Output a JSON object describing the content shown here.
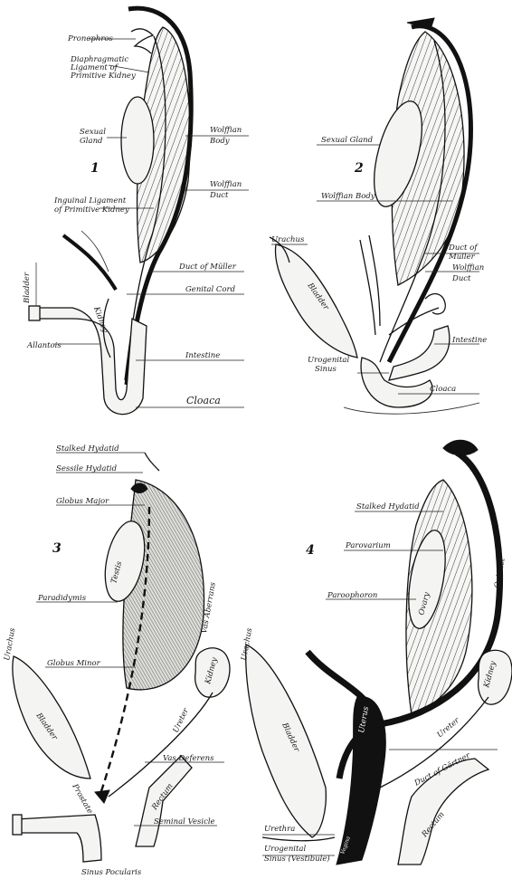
{
  "figures": [
    {
      "number": "1",
      "labels": [
        "Pronephros",
        "Diaphragmatic",
        "Ligament of",
        "Primitive Kidney",
        "Sexual",
        "Gland",
        "Wolffian",
        "Body",
        "Wolffian",
        "Duct",
        "Inguinal Ligament",
        "of Primitive Kidney",
        "Duct of Müller",
        "Genital Cord",
        "Allantois",
        "Intestine",
        "Cloaca",
        "Bladder",
        "Kidney"
      ]
    },
    {
      "number": "2",
      "labels": [
        "Sexual Gland",
        "Wolffian Body",
        "Urachus",
        "Bladder",
        "Duct of",
        "Müller",
        "Wolffian",
        "Duct",
        "Intestine",
        "Urogenital",
        "Sinus",
        "Cloaca"
      ]
    },
    {
      "number": "3",
      "labels": [
        "Stalked Hydatid",
        "Sessile Hydatid",
        "Globus Major",
        "Testis",
        "Paradidymis",
        "Globus Minor",
        "Urachus",
        "Bladder",
        "Prostate",
        "Vas Deferens",
        "Vas Aberrans",
        "Kidney",
        "Ureter",
        "Rectum",
        "Seminal Vesicle",
        "Sinus Pocularis"
      ]
    },
    {
      "number": "4",
      "labels": [
        "Stalked Hydatid",
        "Parovarium",
        "Ovary",
        "Paroophoron",
        "Oviduct",
        "Urachus",
        "Kidney",
        "Uterus",
        "Bladder",
        "Ureter",
        "Duct of Gärtner",
        "Rectum",
        "Urethra",
        "Vagina",
        "Urogenital",
        "Sinus (Vestibule)"
      ]
    }
  ]
}
